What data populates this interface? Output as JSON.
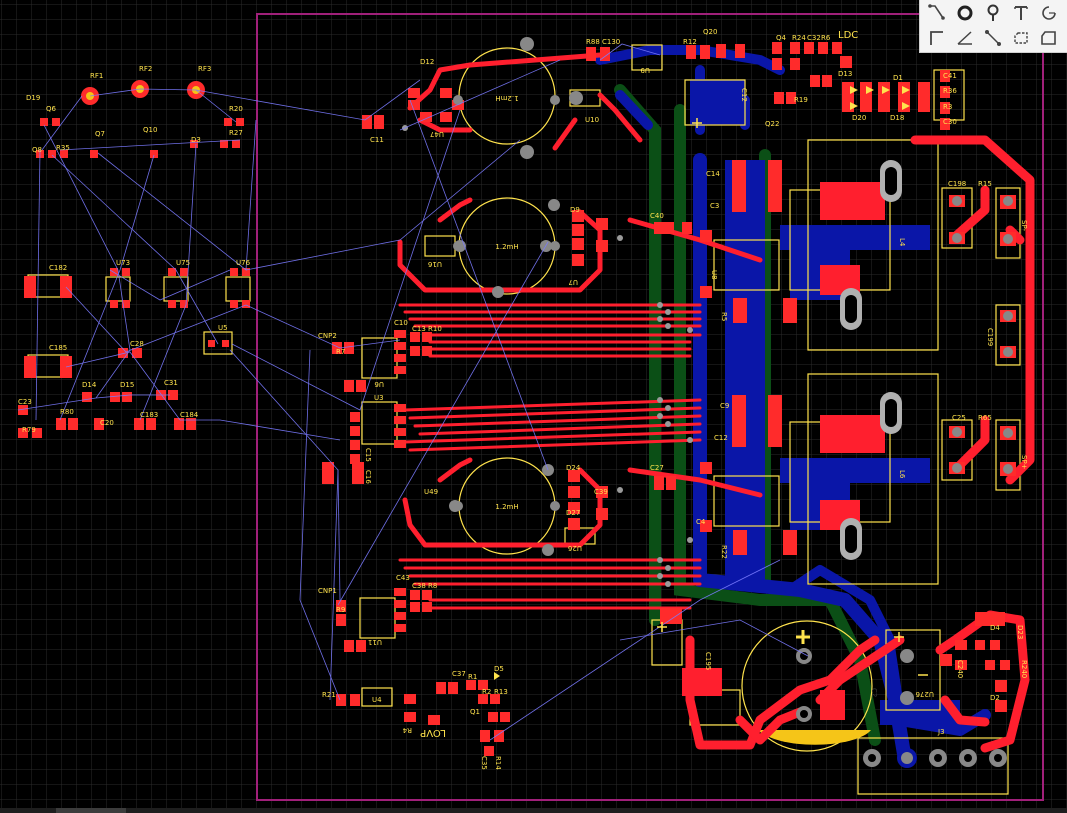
{
  "toolbar": {
    "tools": [
      {
        "id": "route",
        "icon": "route-wire-icon"
      },
      {
        "id": "via",
        "icon": "via-circle-icon"
      },
      {
        "id": "probe",
        "icon": "probe-pin-icon"
      },
      {
        "id": "text",
        "icon": "text-tool-icon"
      },
      {
        "id": "arc",
        "icon": "arc-tool-icon"
      },
      {
        "id": "corner",
        "icon": "corner-line-icon"
      },
      {
        "id": "angle",
        "icon": "angle-tool-icon"
      },
      {
        "id": "point-line",
        "icon": "point-line-icon"
      },
      {
        "id": "dashed-rect",
        "icon": "dashed-rect-icon"
      },
      {
        "id": "polygon",
        "icon": "polygon-tool-icon"
      }
    ]
  },
  "colors": {
    "background": "#000000",
    "grid": "#2a2a2a",
    "board_outline": "#a0207a",
    "top_copper": "#ff1f2e",
    "bottom_copper": "#0a16a8",
    "inner_copper": "#0b4f16",
    "silkscreen": "#ffe34d",
    "ratsnest": "#7b7bff",
    "pad": "#ff2b2b",
    "pad_gray": "#b0b0b0"
  },
  "inductors": {
    "values": [
      "1.2mH",
      "1.2mH",
      "1.2mH"
    ]
  },
  "labels": {
    "rf1": "RF1",
    "rf2": "RF2",
    "rf3": "RF3",
    "d19": "D19",
    "q6": "Q6",
    "q8": "Q8",
    "r35": "R35",
    "q7": "Q7",
    "q10": "Q10",
    "d3": "D3",
    "r20": "R20",
    "r27": "R27",
    "c182": "C182",
    "c185": "C185",
    "u73": "U73",
    "u75": "U75",
    "u76": "U76",
    "u5": "U5",
    "c28": "C28",
    "d14": "D14",
    "d15": "D15",
    "c31": "C31",
    "c183": "C183",
    "c184": "C184",
    "r80": "R80",
    "c20": "C20",
    "c23": "C23",
    "r79": "R79",
    "d12": "D12",
    "u47": "U47",
    "u10": "U10",
    "c11": "C11",
    "r88": "R88",
    "c130": "C130",
    "u9": "U9",
    "r12": "R12",
    "q20": "Q20",
    "c12b": "C12",
    "q4": "Q4",
    "r24": "R24",
    "c32": "C32",
    "r6": "R6",
    "ldc": "LDC",
    "d13": "D13",
    "d1": "D1",
    "c41": "C41",
    "r36": "R36",
    "r3": "R3",
    "c30": "C30",
    "d20": "D20",
    "d18": "D18",
    "r19": "R19",
    "q22": "Q22",
    "c14": "C14",
    "c3": "C3",
    "c198": "C198",
    "r15": "R15",
    "sp_minus": "SP-",
    "l4": "L4",
    "c199": "C199",
    "d9": "D9",
    "c40": "C40",
    "u16": "U16",
    "u7": "U7",
    "u8": "U8",
    "cnp2": "CNP2",
    "c10": "C10",
    "c13": "C13",
    "r10": "R10",
    "r7": "R7",
    "u6": "U6",
    "u3": "U3",
    "c15": "C15",
    "c16": "C16",
    "r5": "R5",
    "c9": "C9",
    "c12": "C12",
    "c25": "C25",
    "r65": "R65",
    "sp_plus": "SP+",
    "l6": "L6",
    "d24": "D24",
    "c27": "C27",
    "u49": "U49",
    "c39": "C39",
    "d27": "D27",
    "u26": "U26",
    "r22": "R22",
    "c4": "C4",
    "cnp1": "CNP1",
    "c43": "C43",
    "c38": "C38",
    "r8": "R8",
    "r9": "R9",
    "u11": "U11",
    "r21": "R21",
    "u4": "U4",
    "c37": "C37",
    "d5": "D5",
    "r1": "R1",
    "r2": "R2",
    "r13": "R13",
    "q1": "Q1",
    "r4": "R4",
    "lovp": "LOVP",
    "c35": "C35",
    "r14": "R14",
    "c195": "C195",
    "c2": "C2",
    "u276": "U276",
    "c240": "C240",
    "r240": "R240",
    "d23": "D23",
    "d4": "D4",
    "d2": "D2",
    "j3": "J3"
  }
}
